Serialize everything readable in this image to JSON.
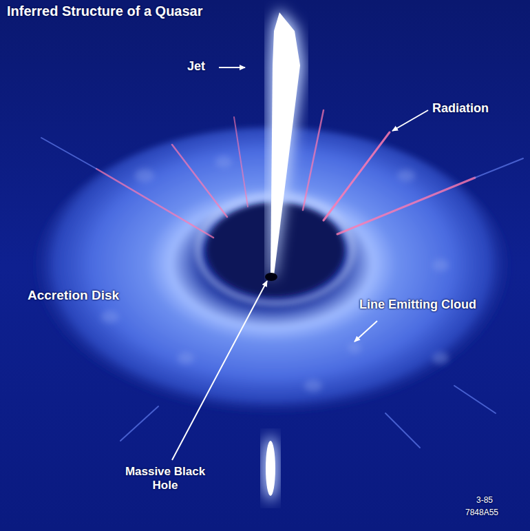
{
  "diagram": {
    "title": "Inferred Structure of a Quasar",
    "labels": [
      "Jet",
      "Radiation",
      "Accretion Disk",
      "Line Emitting Cloud",
      "Massive Black Hole",
      "3-85",
      "7848A55"
    ]
  }
}
